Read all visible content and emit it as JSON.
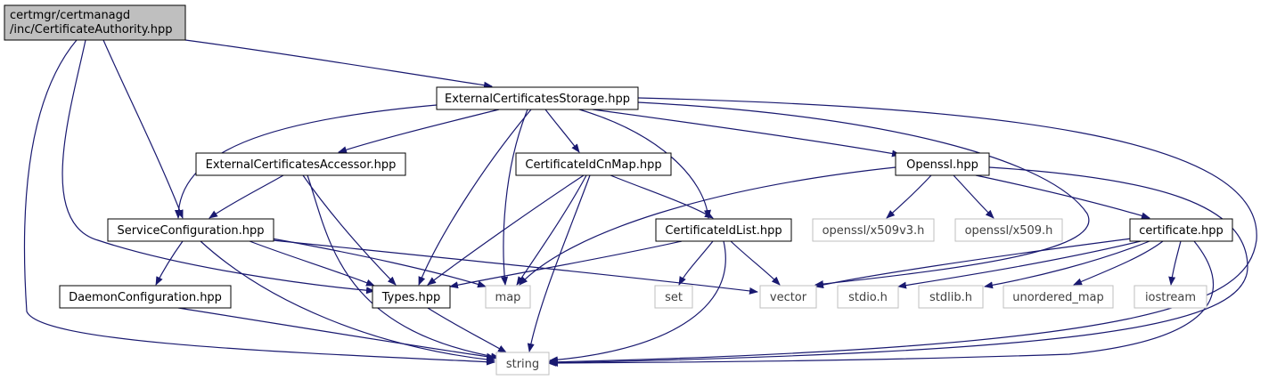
{
  "colors": {
    "edge": "#191970",
    "node_border": "#000000",
    "ext_border": "#bfbfbf",
    "root_fill": "#bfbfbf",
    "ext_text": "#3f3f3f"
  },
  "nodes": {
    "root": [
      "certmgr/certmanagd",
      "/inc/CertificateAuthority.hpp"
    ],
    "ext_storage": [
      "ExternalCertificatesStorage.hpp"
    ],
    "ext_accessor": [
      "ExternalCertificatesAccessor.hpp"
    ],
    "cert_idcn_map": [
      "CertificateIdCnMap.hpp"
    ],
    "openssl": [
      "Openssl.hpp"
    ],
    "service_config": [
      "ServiceConfiguration.hpp"
    ],
    "cert_idlist": [
      "CertificateIdList.hpp"
    ],
    "openssl_x509v3": [
      "openssl/x509v3.h"
    ],
    "openssl_x509": [
      "openssl/x509.h"
    ],
    "certificate": [
      "certificate.hpp"
    ],
    "daemon_config": [
      "DaemonConfiguration.hpp"
    ],
    "types": [
      "Types.hpp"
    ],
    "map": [
      "map"
    ],
    "set": [
      "set"
    ],
    "vector": [
      "vector"
    ],
    "stdio": [
      "stdio.h"
    ],
    "stdlib": [
      "stdlib.h"
    ],
    "unordered_map": [
      "unordered_map"
    ],
    "iostream": [
      "iostream"
    ],
    "string": [
      "string"
    ]
  }
}
